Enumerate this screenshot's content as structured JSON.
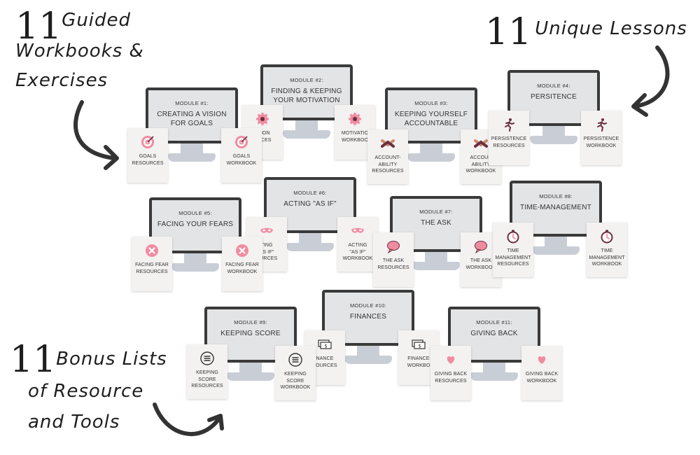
{
  "headings": {
    "workbooks": {
      "number": "11",
      "line1": "Guided",
      "line2": "Workbooks &",
      "line3": "Exercises"
    },
    "lessons": {
      "number": "11",
      "text": "Unique Lessons"
    },
    "bonus": {
      "number": "11",
      "line1": "Bonus Lists",
      "line2": "of Resource",
      "line3": "and Tools"
    }
  },
  "modules": [
    {
      "number": "MODULE #1:",
      "title_l1": "CREATING A VISION",
      "title_l2": "FOR GOALS"
    },
    {
      "number": "MODULE #2:",
      "title_l1": "FINDING & KEEPING",
      "title_l2": "YOUR MOTIVATION"
    },
    {
      "number": "MODULE #3:",
      "title_l1": "KEEPING YOURSELF",
      "title_l2": "ACCOUNTABLE"
    },
    {
      "number": "MODULE #4:",
      "title_l1": "PERSITENCE",
      "title_l2": ""
    },
    {
      "number": "MODULE #5:",
      "title_l1": "FACING YOUR FEARS",
      "title_l2": ""
    },
    {
      "number": "MODULE #6:",
      "title_l1": "ACTING \"AS IF\"",
      "title_l2": ""
    },
    {
      "number": "MODULE #7:",
      "title_l1": "THE ASK",
      "title_l2": ""
    },
    {
      "number": "MODULE #8:",
      "title_l1": "TIME-MANAGEMENT",
      "title_l2": ""
    },
    {
      "number": "MODULE #9:",
      "title_l1": "KEEPING SCORE",
      "title_l2": ""
    },
    {
      "number": "MODULE #10:",
      "title_l1": "FINANCES",
      "title_l2": ""
    },
    {
      "number": "MODULE #11:",
      "title_l1": "GIVING BACK",
      "title_l2": ""
    }
  ],
  "cards": [
    {
      "l1": "GOALS",
      "l2": "RESOURCES",
      "l3": "",
      "icon": "target-icon"
    },
    {
      "l1": "GOALS",
      "l2": "WORKBOOK",
      "l3": "",
      "icon": "target-icon"
    },
    {
      "l1": "ATION",
      "l2": "URCES",
      "l3": "",
      "icon": "gear-icon"
    },
    {
      "l1": "MOTIVATIO",
      "l2": "WORKBOO",
      "l3": "",
      "icon": "gear-icon"
    },
    {
      "l1": "ACCOUNT-",
      "l2": "ABILITY",
      "l3": "RESOURCES",
      "icon": "handshake-icon"
    },
    {
      "l1": "ACCOUN",
      "l2": "ABILITY",
      "l3": "WORKBOOK",
      "icon": "handshake-icon"
    },
    {
      "l1": "PERSISTENCE",
      "l2": "RESOURCES",
      "l3": "",
      "icon": "runner-icon"
    },
    {
      "l1": "PERSISTENCE",
      "l2": "WORKBOOK",
      "l3": "",
      "icon": "runner-icon"
    },
    {
      "l1": "FACING FEAR",
      "l2": "RESOURCES",
      "l3": "",
      "icon": "x-circle-icon"
    },
    {
      "l1": "FACING FEAR",
      "l2": "WORKBOOK",
      "l3": "",
      "icon": "x-circle-icon"
    },
    {
      "l1": "TING",
      "l2": "AS IF\"",
      "l3": "OURCES",
      "icon": "mask-icon"
    },
    {
      "l1": "ACTING",
      "l2": "\"AS IF\"",
      "l3": "WORKBOOK",
      "icon": "mask-icon"
    },
    {
      "l1": "THE ASK",
      "l2": "RESOURCES",
      "l3": "",
      "icon": "speech-bubble-icon"
    },
    {
      "l1": "THE ASK",
      "l2": "WORKBOOK",
      "l3": "",
      "icon": "speech-bubble-icon"
    },
    {
      "l1": "TIME",
      "l2": "MANAGEMENT",
      "l3": "RESOURCES",
      "icon": "stopwatch-icon"
    },
    {
      "l1": "TIME",
      "l2": "MANAGEMENT",
      "l3": "WORKBOOK",
      "icon": "stopwatch-icon"
    },
    {
      "l1": "KEEPING",
      "l2": "SCORE",
      "l3": "RESOURCES",
      "icon": "list-icon"
    },
    {
      "l1": "KEEPING",
      "l2": "SCORE",
      "l3": "WORKBOOK",
      "icon": "list-icon"
    },
    {
      "l1": "NANCE",
      "l2": "SOURCES",
      "l3": "",
      "icon": "money-icon"
    },
    {
      "l1": "FINANCE",
      "l2": "WORKBO",
      "l3": "",
      "icon": "money-icon"
    },
    {
      "l1": "GIVING BACK",
      "l2": "RESOURCES",
      "l3": "",
      "icon": "heart-icon"
    },
    {
      "l1": "GIVING BACK",
      "l2": "WORKBOOK",
      "l3": "",
      "icon": "heart-icon"
    }
  ],
  "colors": {
    "pink": "#f08ca0",
    "maroon": "#6b2f3f",
    "monitor_frame": "#3a3a3a",
    "screen": "#e3e4e5",
    "stand": "#c9ced6",
    "card": "#f4f1f1"
  }
}
